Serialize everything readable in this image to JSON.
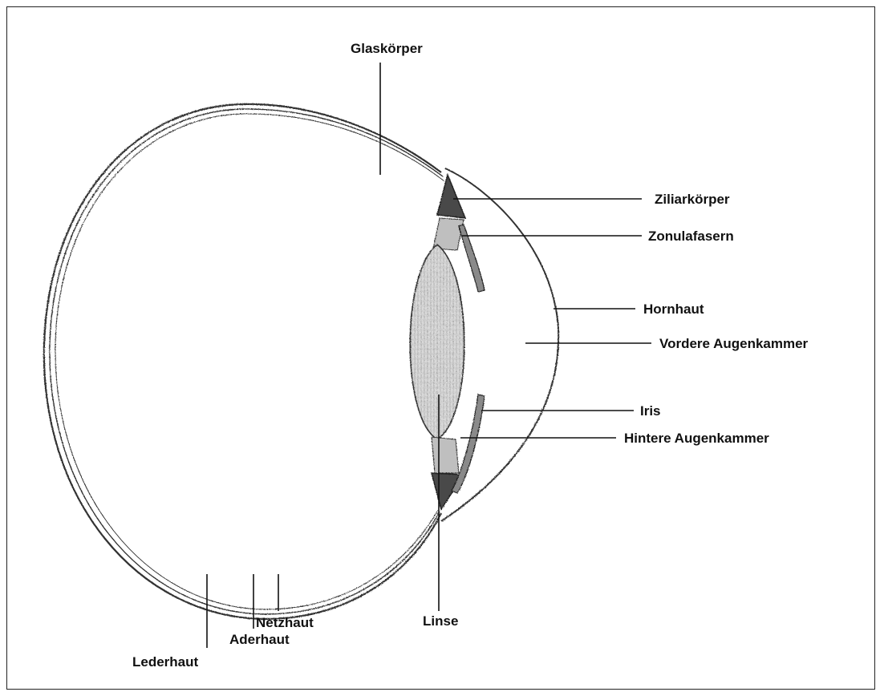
{
  "diagram": {
    "labels": {
      "glaskoerper": "Glaskörper",
      "ziliarkoerper": "Ziliarkörper",
      "zonulafasern": "Zonulafasern",
      "hornhaut": "Hornhaut",
      "vordere_augenkammer": "Vordere Augenkammer",
      "iris": "Iris",
      "hintere_augenkammer": "Hintere Augenkammer",
      "linse": "Linse",
      "netzhaut": "Netzhaut",
      "aderhaut": "Aderhaut",
      "lederhaut": "Lederhaut"
    },
    "colors": {
      "stroke": "#333333",
      "lens_fill": "#d4d4d4",
      "ciliary_fill": "#555555",
      "background": "#ffffff"
    }
  }
}
